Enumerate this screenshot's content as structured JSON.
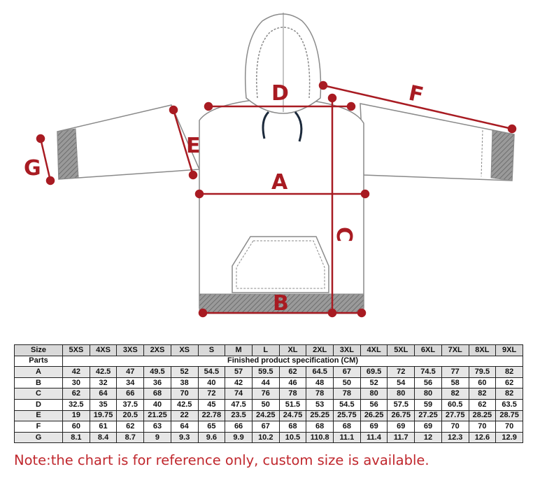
{
  "labels": {
    "D": "D",
    "F": "F",
    "E": "E",
    "G": "G",
    "A": "A",
    "C": "C",
    "B": "B"
  },
  "colors": {
    "measure": "#a81b22",
    "outline": "#8a8a8a",
    "rib": "#8c8c8c",
    "note": "#c0272d"
  },
  "table": {
    "size_label": "Size",
    "parts_label": "Parts",
    "spec_label": "Finished product specification (CM)",
    "sizes": [
      "5XS",
      "4XS",
      "3XS",
      "2XS",
      "XS",
      "S",
      "M",
      "L",
      "XL",
      "2XL",
      "3XL",
      "4XL",
      "5XL",
      "6XL",
      "7XL",
      "8XL",
      "9XL"
    ],
    "rows": [
      {
        "part": "A",
        "values": [
          "42",
          "42.5",
          "47",
          "49.5",
          "52",
          "54.5",
          "57",
          "59.5",
          "62",
          "64.5",
          "67",
          "69.5",
          "72",
          "74.5",
          "77",
          "79.5",
          "82"
        ]
      },
      {
        "part": "B",
        "values": [
          "30",
          "32",
          "34",
          "36",
          "38",
          "40",
          "42",
          "44",
          "46",
          "48",
          "50",
          "52",
          "54",
          "56",
          "58",
          "60",
          "62"
        ]
      },
      {
        "part": "C",
        "values": [
          "62",
          "64",
          "66",
          "68",
          "70",
          "72",
          "74",
          "76",
          "78",
          "78",
          "78",
          "80",
          "80",
          "80",
          "82",
          "82",
          "82"
        ]
      },
      {
        "part": "D",
        "values": [
          "32.5",
          "35",
          "37.5",
          "40",
          "42.5",
          "45",
          "47.5",
          "50",
          "51.5",
          "53",
          "54.5",
          "56",
          "57.5",
          "59",
          "60.5",
          "62",
          "63.5"
        ]
      },
      {
        "part": "E",
        "values": [
          "19",
          "19.75",
          "20.5",
          "21.25",
          "22",
          "22.78",
          "23.5",
          "24.25",
          "24.75",
          "25.25",
          "25.75",
          "26.25",
          "26.75",
          "27.25",
          "27.75",
          "28.25",
          "28.75"
        ]
      },
      {
        "part": "F",
        "values": [
          "60",
          "61",
          "62",
          "63",
          "64",
          "65",
          "66",
          "67",
          "68",
          "68",
          "68",
          "69",
          "69",
          "69",
          "70",
          "70",
          "70"
        ]
      },
      {
        "part": "G",
        "values": [
          "8.1",
          "8.4",
          "8.7",
          "9",
          "9.3",
          "9.6",
          "9.9",
          "10.2",
          "10.5",
          "110.8",
          "11.1",
          "11.4",
          "11.7",
          "12",
          "12.3",
          "12.6",
          "12.9"
        ]
      }
    ]
  },
  "note": "Note:the chart is for reference only, custom size is available."
}
